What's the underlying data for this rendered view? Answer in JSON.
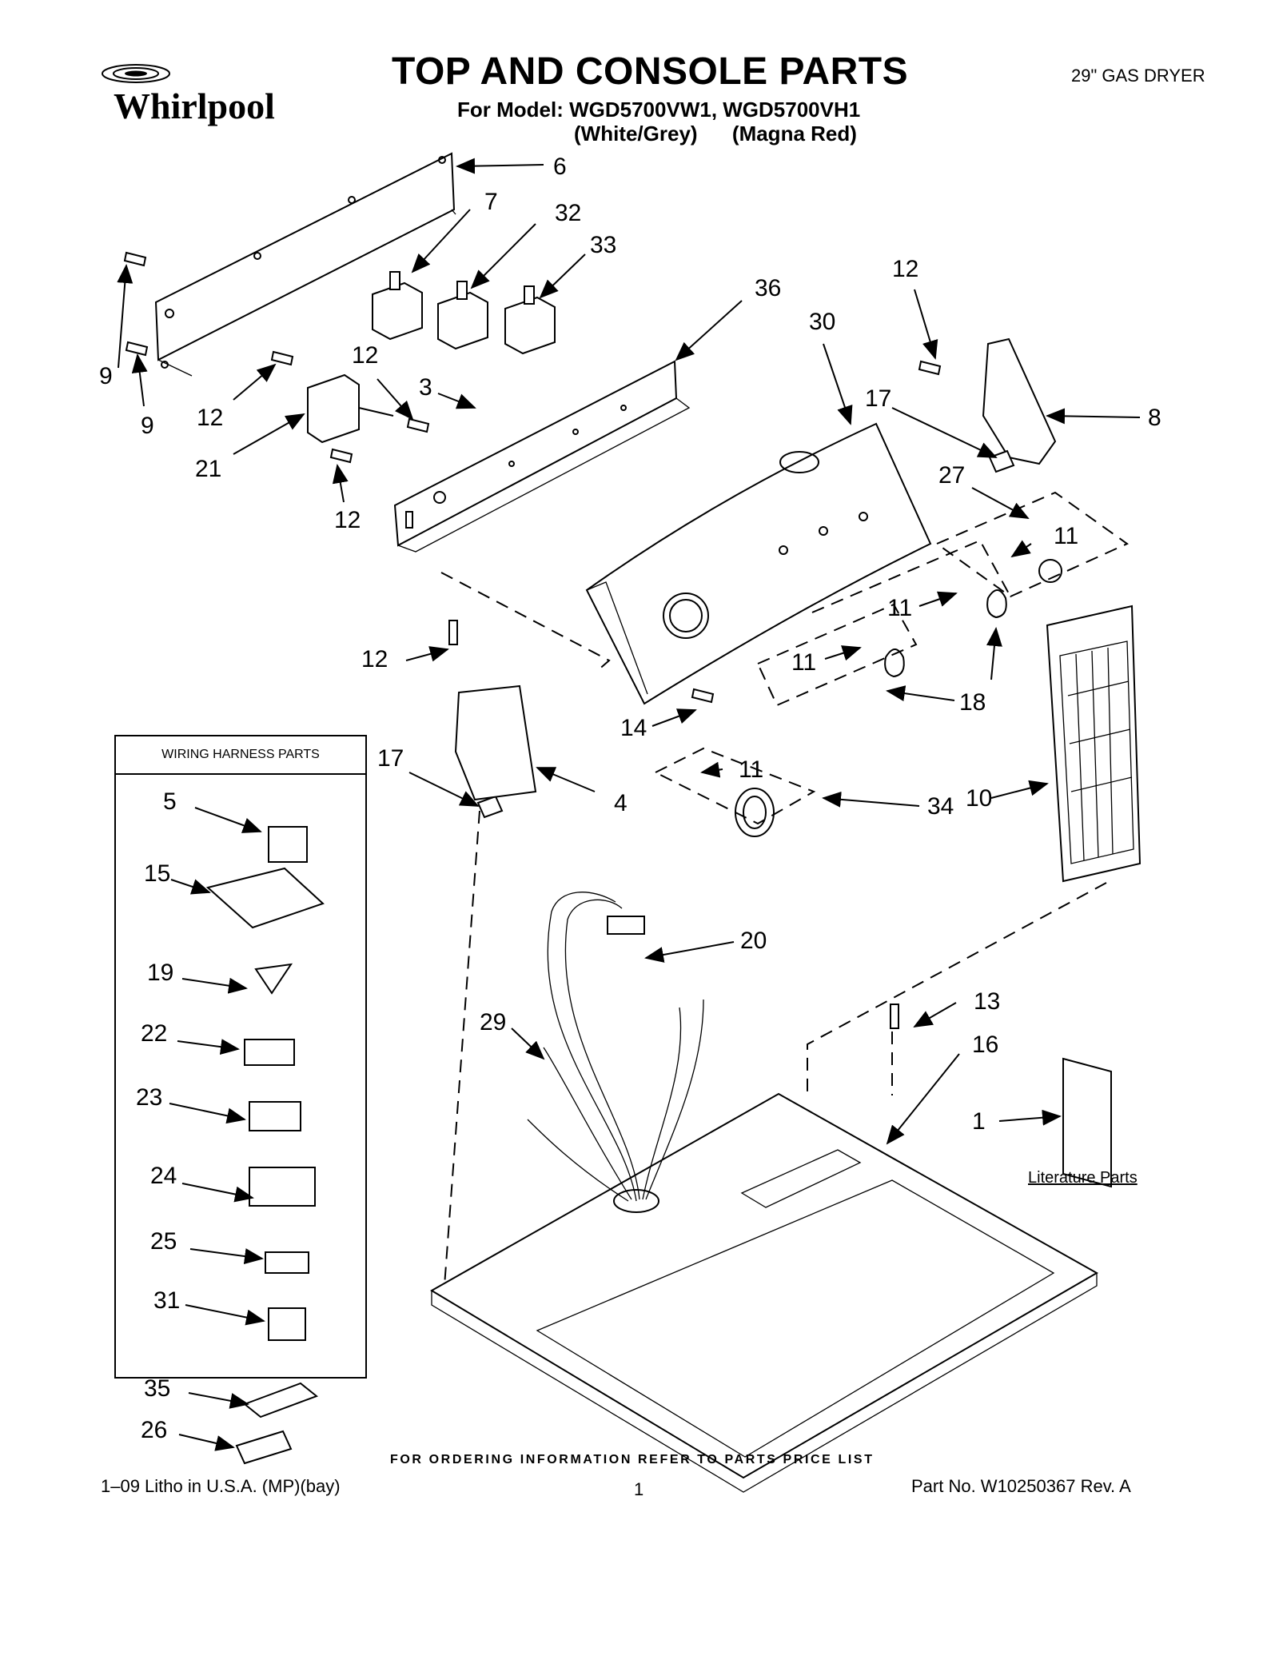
{
  "header": {
    "brand": "Whirlpool",
    "title": "TOP AND CONSOLE PARTS",
    "model_line": "For Model: WGD5700VW1,  WGD5700VH1",
    "variants_line": "(White/Grey)      (Magna Red)",
    "product": "29\" GAS DRYER"
  },
  "harness_box": {
    "heading": "WIRING HARNESS PARTS"
  },
  "literature_label": "Literature Parts",
  "footer": {
    "ordering": "FOR ORDERING INFORMATION REFER TO PARTS PRICE LIST",
    "litho": "1–09 Litho in U.S.A. (MP)(bay)",
    "page": "1",
    "part_no": "Part No. W10250367 Rev. A"
  },
  "callouts": [
    {
      "label": "6"
    },
    {
      "label": "7"
    },
    {
      "label": "32"
    },
    {
      "label": "33"
    },
    {
      "label": "36"
    },
    {
      "label": "30"
    },
    {
      "label": "12"
    },
    {
      "label": "8"
    },
    {
      "label": "17"
    },
    {
      "label": "27"
    },
    {
      "label": "9"
    },
    {
      "label": "9"
    },
    {
      "label": "12"
    },
    {
      "label": "12"
    },
    {
      "label": "3"
    },
    {
      "label": "21"
    },
    {
      "label": "12"
    },
    {
      "label": "11"
    },
    {
      "label": "11"
    },
    {
      "label": "11"
    },
    {
      "label": "18"
    },
    {
      "label": "12"
    },
    {
      "label": "14"
    },
    {
      "label": "17"
    },
    {
      "label": "4"
    },
    {
      "label": "11"
    },
    {
      "label": "34"
    },
    {
      "label": "10"
    },
    {
      "label": "5"
    },
    {
      "label": "15"
    },
    {
      "label": "19"
    },
    {
      "label": "22"
    },
    {
      "label": "23"
    },
    {
      "label": "24"
    },
    {
      "label": "25"
    },
    {
      "label": "31"
    },
    {
      "label": "35"
    },
    {
      "label": "26"
    },
    {
      "label": "20"
    },
    {
      "label": "29"
    },
    {
      "label": "13"
    },
    {
      "label": "16"
    },
    {
      "label": "1"
    }
  ]
}
